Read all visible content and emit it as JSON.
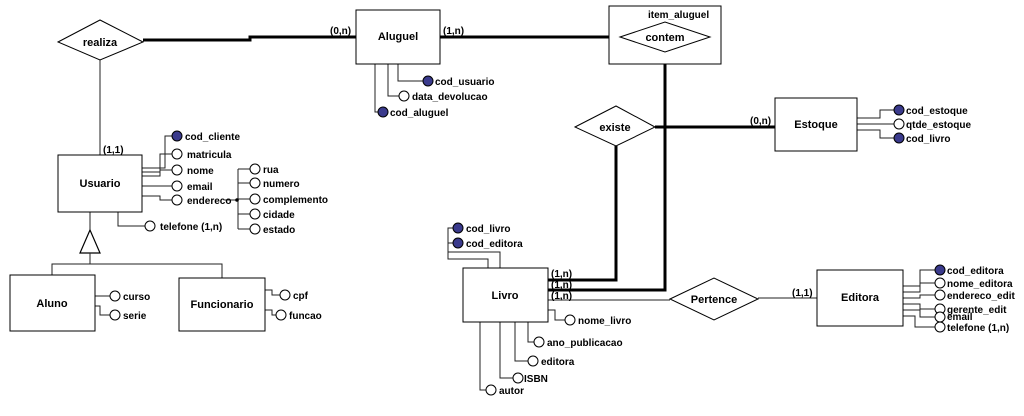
{
  "entities": {
    "aluguel": "Aluguel",
    "usuario": "Usuario",
    "estoque": "Estoque",
    "livro": "Livro",
    "editora": "Editora",
    "aluno": "Aluno",
    "funcionario": "Funcionario",
    "item_aluguel": "item_aluguel"
  },
  "relationships": {
    "realiza": "realiza",
    "contem": "contem",
    "existe": "existe",
    "pertence": "Pertence"
  },
  "cardinalities": {
    "realiza_aluguel": "(0,n)",
    "aluguel_contem": "(1,n)",
    "realiza_usuario": "(1,1)",
    "existe_estoque": "(0,n)",
    "livro_1": "(1,n)",
    "livro_2": "(1,n)",
    "livro_3": "(1,n)",
    "pertence_editora": "(1,1)"
  },
  "attributes": {
    "aluguel": [
      "cod_usuario",
      "data_devolucao",
      "cod_aluguel"
    ],
    "usuario": [
      "cod_cliente",
      "matricula",
      "nome",
      "email",
      "endereco",
      "telefone (1,n)"
    ],
    "endereco": [
      "rua",
      "numero",
      "complemento",
      "cidade",
      "estado"
    ],
    "estoque": [
      "cod_estoque",
      "qtde_estoque",
      "cod_livro"
    ],
    "livro_top": [
      "cod_livro",
      "cod_editora"
    ],
    "livro_bottom": [
      "nome_livro",
      "ano_publicacao",
      "editora",
      "ISBN",
      "autor"
    ],
    "editora": [
      "cod_editora",
      "nome_editora",
      "endereco_edit",
      "gerente_edit",
      "email",
      "telefone (1,n)"
    ],
    "aluno": [
      "curso",
      "serie"
    ],
    "funcionario": [
      "cpf",
      "funcao"
    ]
  }
}
